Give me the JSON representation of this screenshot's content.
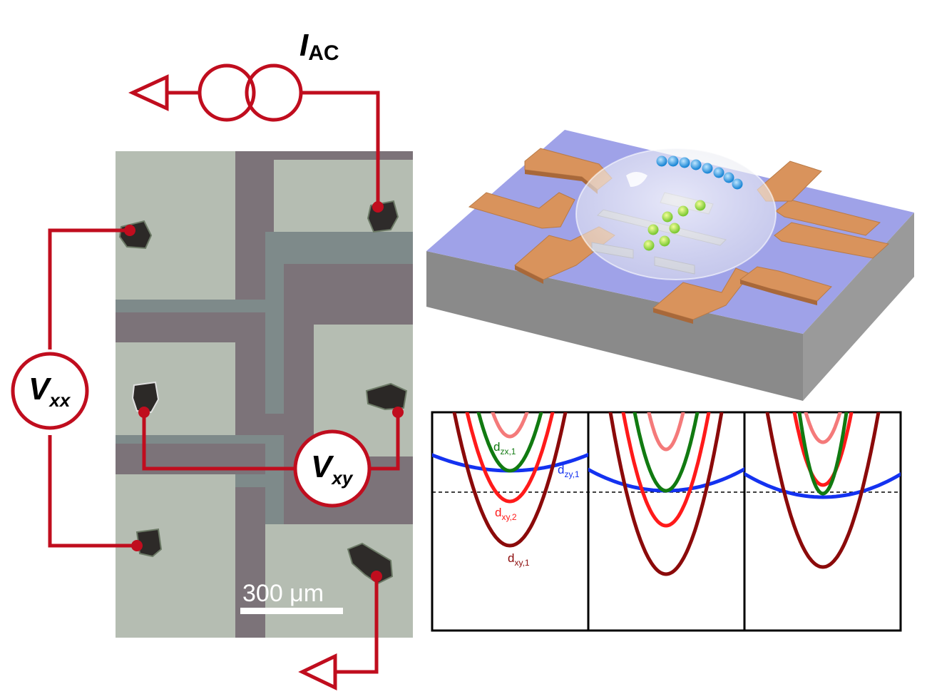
{
  "circuit": {
    "current_source": {
      "main": "I",
      "sub": "AC"
    },
    "vxx": {
      "main": "V",
      "sub": "xx"
    },
    "vxy": {
      "main": "V",
      "sub": "xy"
    },
    "wire_color": "#c00d1e"
  },
  "micrograph": {
    "scale_bar_label": "300 μm",
    "pad_color": "#b9c2b6",
    "track_color": "#7d777d"
  },
  "device": {
    "substrate_top_color": "#9fa2e8",
    "substrate_side_color": "#8e8e8e",
    "electrode_color": "#d9935c"
  },
  "bands": {
    "labels": {
      "dzx1": {
        "main": "d",
        "sub": "zx,1"
      },
      "dzy1": {
        "main": "d",
        "sub": "zy,1"
      },
      "dxy2": {
        "main": "d",
        "sub": "xy,2"
      },
      "dxy1": {
        "main": "d",
        "sub": "xy,1"
      }
    },
    "colors": {
      "dxy1": "#8b0a0a",
      "dxy2": "#ff1a1a",
      "dxy3": "#f47a7a",
      "dzx1": "#117a11",
      "dzy1": "#1432f0"
    }
  }
}
